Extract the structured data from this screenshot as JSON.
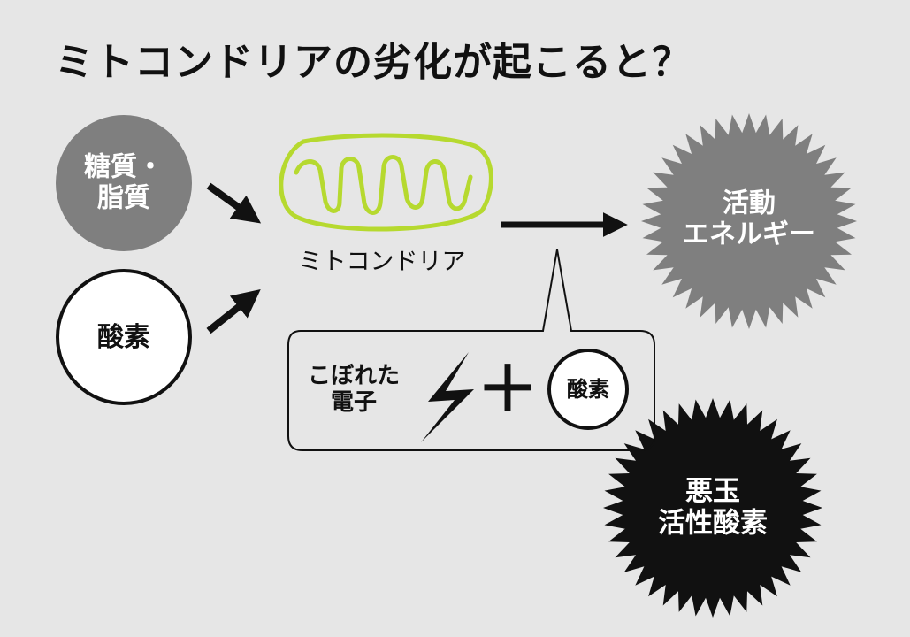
{
  "title": "ミトコンドリアの劣化が起こると？",
  "nodes": {
    "sugar_fat": {
      "lines": [
        "糖質・",
        "脂質"
      ]
    },
    "oxygen": {
      "lines": [
        "酸素"
      ]
    },
    "mitochondria": {
      "label": "ミトコンドリア"
    },
    "energy": {
      "lines": [
        "活動",
        "エネルギー"
      ]
    },
    "leaked_electron": {
      "lines": [
        "こぼれた",
        "電子"
      ]
    },
    "plus": "＋",
    "oxygen_small": {
      "lines": [
        "酸素"
      ]
    },
    "ros": {
      "lines": [
        "悪玉",
        "活性酸素"
      ]
    }
  },
  "colors": {
    "background": "#e6e6e6",
    "gray_fill": "#7f7f7f",
    "black": "#111111",
    "mito_green": "#b6d92f"
  }
}
